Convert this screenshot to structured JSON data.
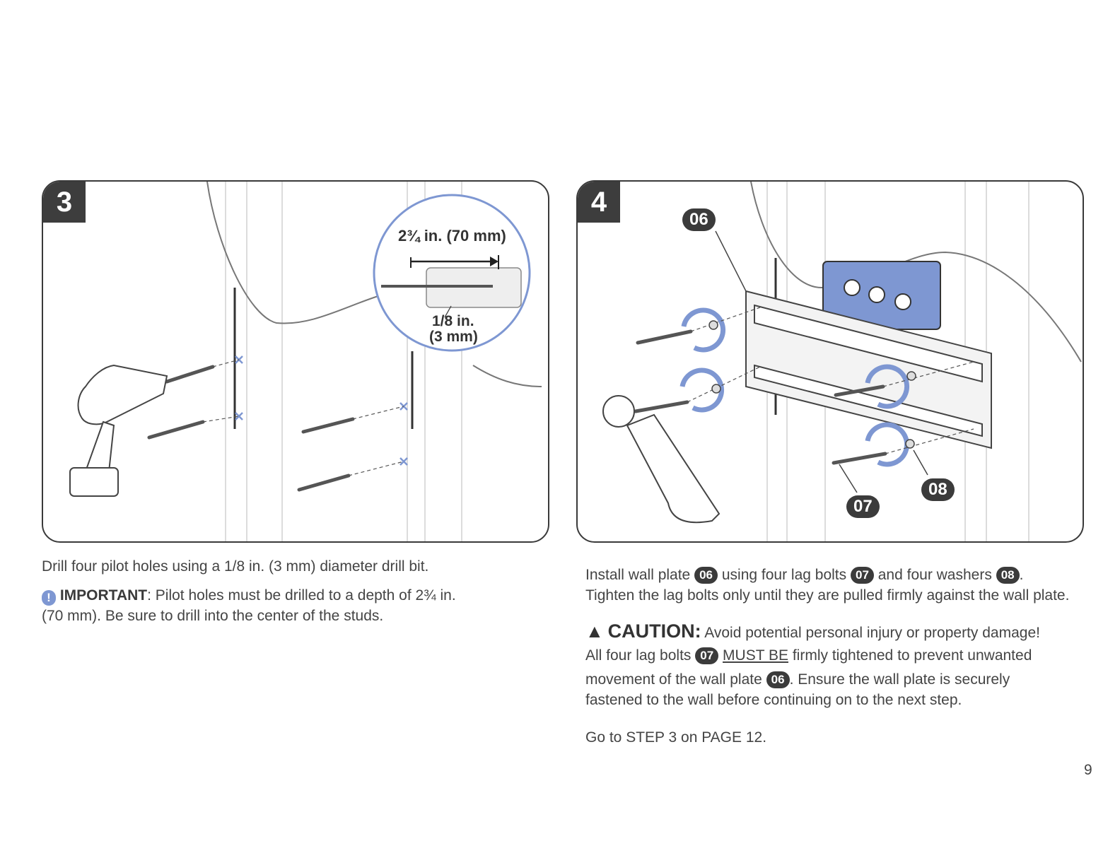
{
  "page_number": "9",
  "steps": [
    {
      "number": "3",
      "inset": {
        "depth_label": "2¾ in. (70 mm)",
        "bit_label_1": "1/8 in.",
        "bit_label_2": "(3 mm)"
      },
      "instruction": "Drill four pilot holes using a 1/8 in. (3 mm) diameter drill bit.",
      "important": {
        "icon": "!",
        "label": "IMPORTANT",
        "line1": ": Pilot holes must be drilled to a depth of 2¾ in.",
        "line2": "(70 mm). Be sure to drill into the center of the studs."
      }
    },
    {
      "number": "4",
      "callouts": {
        "wall_plate": "06",
        "lag_bolts": "07",
        "washers": "08"
      },
      "instruction": {
        "part1": "Install wall plate",
        "part2": "using four lag bolts",
        "part3": "and four washers",
        "part4": ".",
        "line2": "Tighten the lag bolts only until they are pulled firmly against the wall plate."
      },
      "caution": {
        "icon": "▲",
        "label": "CAUTION:",
        "line1": "Avoid potential personal injury or property damage!",
        "line2_a": "All four lag bolts",
        "line2_b": "MUST BE",
        "line2_c": "firmly tightened to prevent unwanted",
        "line3_a": "movement of the wall plate",
        "line3_b": ". Ensure the wall plate is securely",
        "line4": "fastened to the wall before continuing on to the next step."
      },
      "go_to": "Go to STEP 3 on PAGE 12."
    }
  ],
  "colors": {
    "accent_blue": "#7e97d2",
    "callout_dark": "#3b3b3b",
    "panel_border": "#3a3a3a"
  }
}
